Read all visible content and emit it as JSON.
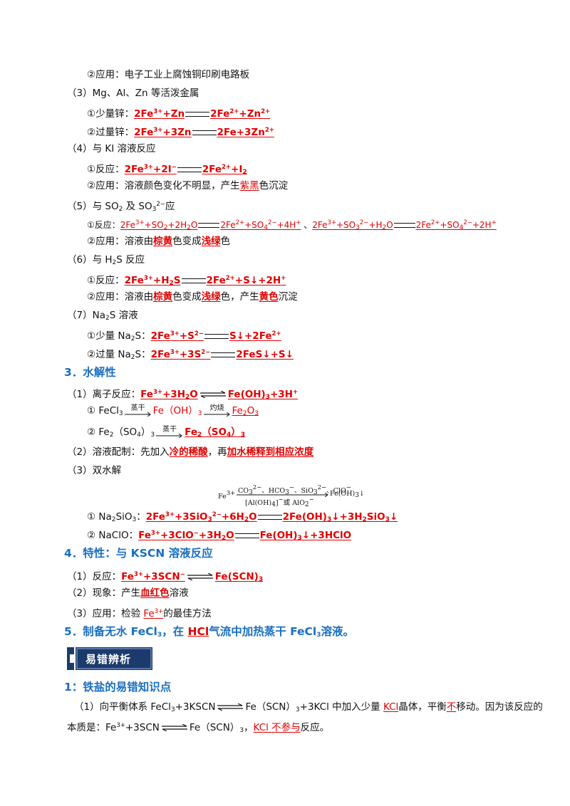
{
  "l1": {
    "text": "②应用：电子工业上腐蚀铜印刷电路板"
  },
  "s3": {
    "label": "（3）Mg、Al、Zn 等活泼金属"
  },
  "s3a": {
    "pre": "①少量锌：",
    "l": "2Fe",
    "l2": "+Zn",
    "r": "2Fe",
    "r2": "+Zn"
  },
  "s3b": {
    "pre": "②过量锌：",
    "l": "2Fe",
    "l2": "+3Zn",
    "r": "2Fe+3Zn"
  },
  "s4": {
    "label": "（4）与 KI 溶液反应"
  },
  "s4a": {
    "pre": "①反应：",
    "l": "2Fe",
    "l2": "+2I",
    "r": "2Fe",
    "r2": "+I"
  },
  "s4b": {
    "pre": "②应用：溶液颜色变化不明显，产生",
    "ans": "紫黑",
    "post": "色沉淀"
  },
  "s5": {
    "label": "（5）与 SO",
    "mid": "及 SO",
    "post": "应"
  },
  "s5a": {
    "pre": "①反应：",
    "e1l": "2Fe",
    "e1l2": "+SO",
    "e1l3": "+2H",
    "e1l4": "O",
    "e1r": "2Fe",
    "e1r2": "+SO",
    "e1r3": "+4H",
    "sep": "、",
    "e2l": "2Fe",
    "e2l2": "+SO",
    "e2l3": "+H",
    "e2l4": "O",
    "e2r": "2Fe",
    "e2r2": "+SO",
    "e2r3": "+2H"
  },
  "s5b": {
    "pre": "②应用：溶液由",
    "a1": "棕黄",
    "mid": "色变成",
    "a2": "浅绿",
    "post": "色"
  },
  "s6": {
    "label": "（6）与 H",
    "post": "S 反应"
  },
  "s6a": {
    "pre": "①反应：",
    "l": "2Fe",
    "l2": "+H",
    "l3": "S",
    "r": "2Fe",
    "r2": "+S↓+2H"
  },
  "s6b": {
    "pre": "②应用：溶液由",
    "a1": "棕黄",
    "mid": "色变成",
    "a2": "浅绿",
    "mid2": "色，产生",
    "a3": "黄色",
    "post": "沉淀"
  },
  "s7": {
    "label": "（7）Na",
    "post": "S 溶液"
  },
  "s7a": {
    "pre": "①少量 Na",
    "pre2": "S：",
    "l": "2Fe",
    "l2": "+S",
    "r": "S↓+2Fe"
  },
  "s7b": {
    "pre": "②过量 Na",
    "pre2": "S：",
    "l": "2Fe",
    "l2": "+3S",
    "r": "2FeS↓+S↓"
  },
  "h3": {
    "text": "3．水解性"
  },
  "h3a": {
    "pre": "（1）离子反应：",
    "l": "Fe",
    "l2": "+3H",
    "l3": "O",
    "r": "Fe(OH)",
    "r2": "+3H"
  },
  "h3b": {
    "pre": "① FeCl",
    "c1": "蒸干",
    "m": "Fe（OH）",
    "c2": "灼烧",
    "r": "Fe",
    "r2": "O"
  },
  "h3c": {
    "pre": "② Fe",
    "pre2": "（SO",
    "pre3": "）",
    "c1": "蒸干",
    "r": "Fe",
    "r2": "（SO",
    "r3": "）"
  },
  "h3d": {
    "pre": "（2）溶液配制：先加入",
    "a1": "冷的稀酸",
    "mid": "，再",
    "a2": "加水稀释到相应浓度"
  },
  "h3e": {
    "label": "（3）双水解"
  },
  "hyd": {
    "fe": "Fe",
    "top": "CO",
    "top2": "、HCO",
    "top3": "、SiO",
    "top4": "、ClO",
    "bot": "[Al(OH)",
    "bot2": "]",
    "bot3": "或 AlO",
    "res": "Fe(OH)",
    "res2": "↓"
  },
  "h3f": {
    "pre": "① Na",
    "pre2": "SiO",
    "pre3": "：",
    "l": "2Fe",
    "l2": "+3SiO",
    "l3": "+6H",
    "l4": "O",
    "r": "2Fe(OH)",
    "r2": "↓+3H",
    "r3": "SiO",
    "r4": "↓"
  },
  "h3g": {
    "pre": "② NaClO：",
    "l": "Fe",
    "l2": "+3ClO",
    "l3": "+3H",
    "l4": "O",
    "r": "Fe(OH)",
    "r2": "↓+3HClO"
  },
  "h4": {
    "text": "4．特性：与 KSCN 溶液反应"
  },
  "h4a": {
    "pre": "（1）反应：",
    "l": "Fe",
    "l2": "+3SCN",
    "r": "Fe(SCN)"
  },
  "h4b": {
    "pre": "（2）现象：产生",
    "a": "血红色",
    "post": "溶液"
  },
  "h4c": {
    "pre": "（3）应用：检验 ",
    "a": "Fe",
    "post": "的最佳方法"
  },
  "h5": {
    "pre": "5．制备无水 FeCl",
    "mid": "，在 ",
    "a": "HCl",
    "post": "气流中加热蒸干 FeCl",
    "post2": "溶液。"
  },
  "banner": {
    "text": "易错辨析"
  },
  "h6": {
    "text": "1：铁盐的易错知识点"
  },
  "p1": {
    "pre": "（1）向平衡体系 FeCl",
    "mid": "+3KSCN",
    "mid2": "Fe（SCN）",
    "mid3": "+3KCl 中加入少量 ",
    "a1": "KCl",
    "mid4": "晶体，平衡",
    "a2": "不",
    "post": "移动。因为该反应的"
  },
  "p2": {
    "pre": "本质是：Fe",
    "mid": "+3SCN",
    "mid2": "Fe（SCN）",
    "mid3": "，",
    "a": "KCl 不参与",
    "post": "反应。"
  },
  "sym": {
    "s2": "2",
    "s3": "3",
    "s4": "4",
    "p3": "3+",
    "p2": "2+",
    "m": "−",
    "m2": "2−",
    "p": "+",
    "sm": "2−",
    "sm2": "2−",
    "dot": "·"
  }
}
